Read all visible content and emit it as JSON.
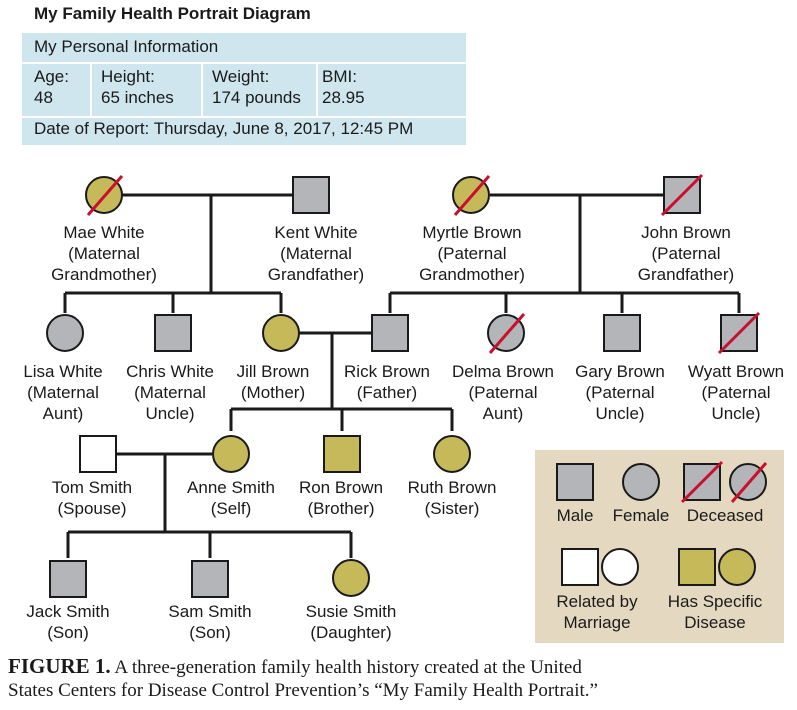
{
  "title": "My Family Health Portrait Diagram",
  "info": {
    "heading": "My Personal Information",
    "age_label": "Age:",
    "age": "48",
    "height_label": "Height:",
    "height": "65 inches",
    "weight_label": "Weight:",
    "weight": "174 pounds",
    "bmi_label": "BMI:",
    "bmi": "28.95",
    "date": "Date of Report: Thursday, June 8, 2017, 12:45 PM"
  },
  "colors": {
    "male_female": "#b3b5b8",
    "disease": "#c5b95a",
    "marriage": "#ffffff",
    "deceased_line": "#c8102e",
    "legend_bg": "#e4d8c0",
    "info_bg": "#cfe6ee"
  },
  "people": {
    "mae": {
      "name": "Mae White",
      "rel1": "(Maternal",
      "rel2": "Grandmother)"
    },
    "kent": {
      "name": "Kent White",
      "rel1": "(Maternal",
      "rel2": "Grandfather)"
    },
    "myrtle": {
      "name": "Myrtle Brown",
      "rel1": "(Paternal",
      "rel2": "Grandmother)"
    },
    "john": {
      "name": "John Brown",
      "rel1": "(Paternal",
      "rel2": "Grandfather)"
    },
    "lisa": {
      "name": "Lisa White",
      "rel1": "(Maternal",
      "rel2": "Aunt)"
    },
    "chris": {
      "name": "Chris White",
      "rel1": "(Maternal",
      "rel2": "Uncle)"
    },
    "jill": {
      "name": "Jill Brown",
      "rel1": "(Mother)"
    },
    "rick": {
      "name": "Rick Brown",
      "rel1": "(Father)"
    },
    "delma": {
      "name": "Delma Brown",
      "rel1": "(Paternal",
      "rel2": "Aunt)"
    },
    "gary": {
      "name": "Gary Brown",
      "rel1": "(Paternal",
      "rel2": "Uncle)"
    },
    "wyatt": {
      "name": "Wyatt Brown",
      "rel1": "(Paternal",
      "rel2": "Uncle)"
    },
    "tom": {
      "name": "Tom Smith",
      "rel1": "(Spouse)"
    },
    "anne": {
      "name": "Anne Smith",
      "rel1": "(Self)"
    },
    "ron": {
      "name": "Ron Brown",
      "rel1": "(Brother)"
    },
    "ruth": {
      "name": "Ruth Brown",
      "rel1": "(Sister)"
    },
    "jack": {
      "name": "Jack Smith",
      "rel1": "(Son)"
    },
    "sam": {
      "name": "Sam Smith",
      "rel1": "(Son)"
    },
    "susie": {
      "name": "Susie Smith",
      "rel1": "(Daughter)"
    }
  },
  "legend": {
    "male": "Male",
    "female": "Female",
    "deceased": "Deceased",
    "marriage1": "Related by",
    "marriage2": "Marriage",
    "disease1": "Has Specific",
    "disease2": "Disease"
  },
  "caption": {
    "label": "FIGURE 1.",
    "line1": "A three-generation family health history created at the United",
    "line2": "States Centers for Disease Control Prevention’s “My Family Health Portrait.”"
  }
}
